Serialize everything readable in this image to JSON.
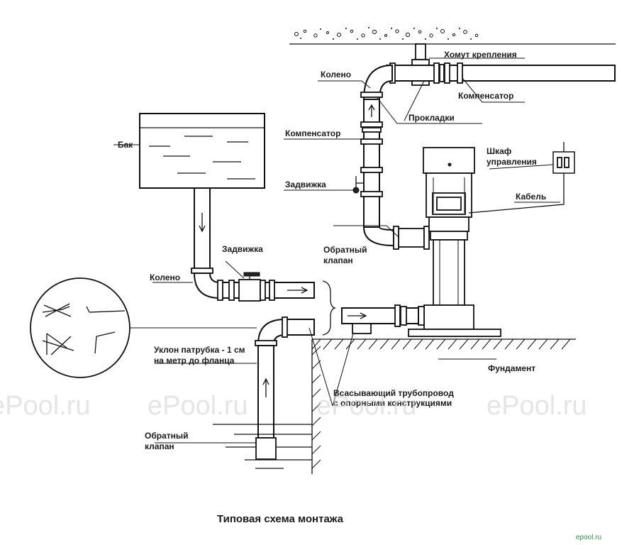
{
  "title": "Типовая схема монтажа",
  "labels": {
    "clamp": "Хомут крепления",
    "elbow_top": "Колено",
    "compensator_right": "Компенсатор",
    "gaskets": "Прокладки",
    "compensator_left": "Компенсатор",
    "valve_top": "Задвижка",
    "tank": "Бак",
    "cabinet_line1": "Шкаф",
    "cabinet_line2": "управления",
    "cable": "Кабель",
    "valve_mid": "Задвижка",
    "check_valve_top_line1": "Обратный",
    "check_valve_top_line2": "клапан",
    "elbow_mid": "Колено",
    "slope_line1": "Уклон патрубка - 1 см",
    "slope_line2": "на метр до фланца",
    "foundation": "Фундамент",
    "suction_line1": "Всасывающий трубопровод",
    "suction_line2": "с опорными конструкциями",
    "check_valve_bottom_line1": "Обратный",
    "check_valve_bottom_line2": "клапан"
  },
  "watermark": "ePool.ru",
  "logo": "epool.ru"
}
